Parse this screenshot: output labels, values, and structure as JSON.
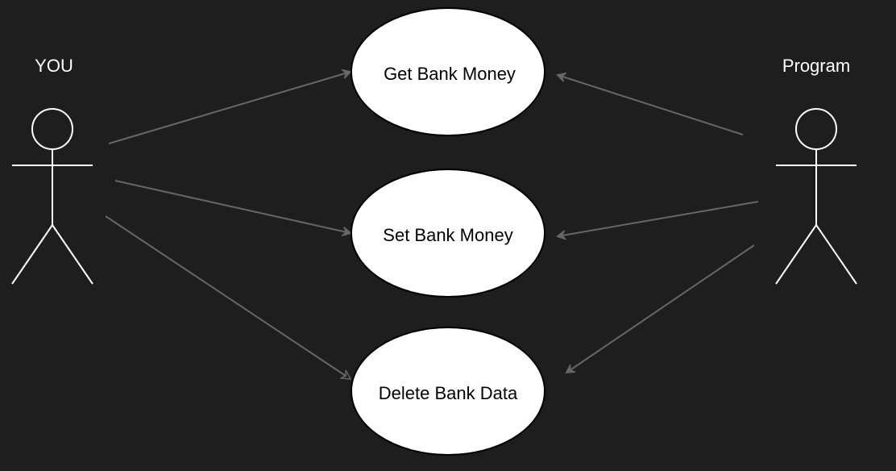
{
  "actors": {
    "you": {
      "label": "YOU"
    },
    "program": {
      "label": "Program"
    }
  },
  "use_cases": {
    "get": {
      "label": "Get Bank Money"
    },
    "set": {
      "label": "Set Bank Money"
    },
    "delete": {
      "label": "Delete Bank Data"
    }
  },
  "colors": {
    "background": "#1e1e1e",
    "actor_stroke": "#ffffff",
    "ellipse_fill": "#ffffff",
    "connector": "#666666"
  }
}
